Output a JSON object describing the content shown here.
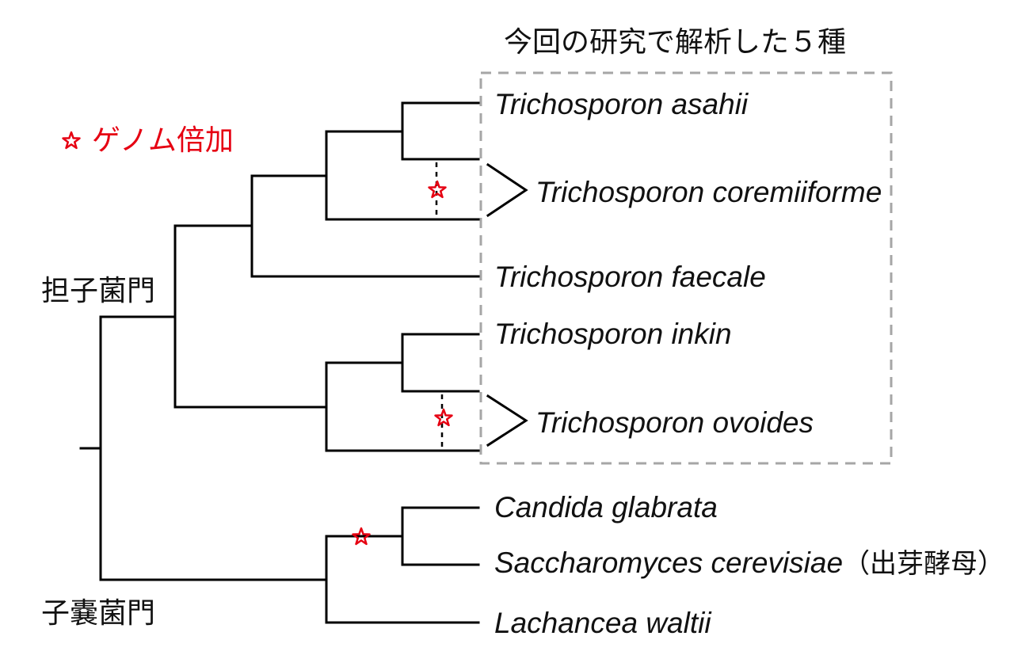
{
  "title": "今回の研究で解析した５種",
  "legend": {
    "icon": "star-icon",
    "label": "ゲノム倍加",
    "color": "#e60012"
  },
  "phyla": [
    "担子菌門",
    "子嚢菌門"
  ],
  "species": [
    {
      "name": "Trichosporon asahii"
    },
    {
      "name": "Trichosporon coremiiforme"
    },
    {
      "name": "Trichosporon faecale"
    },
    {
      "name": "Trichosporon inkin"
    },
    {
      "name": "Trichosporon ovoides"
    },
    {
      "name": "Candida glabrata"
    },
    {
      "name": "Saccharomyces cerevisiae",
      "note": "（出芽酵母）"
    },
    {
      "name": "Lachancea waltii"
    }
  ],
  "colors": {
    "line": "#000000",
    "box": "#a6a6a6",
    "star": "#e60012"
  }
}
